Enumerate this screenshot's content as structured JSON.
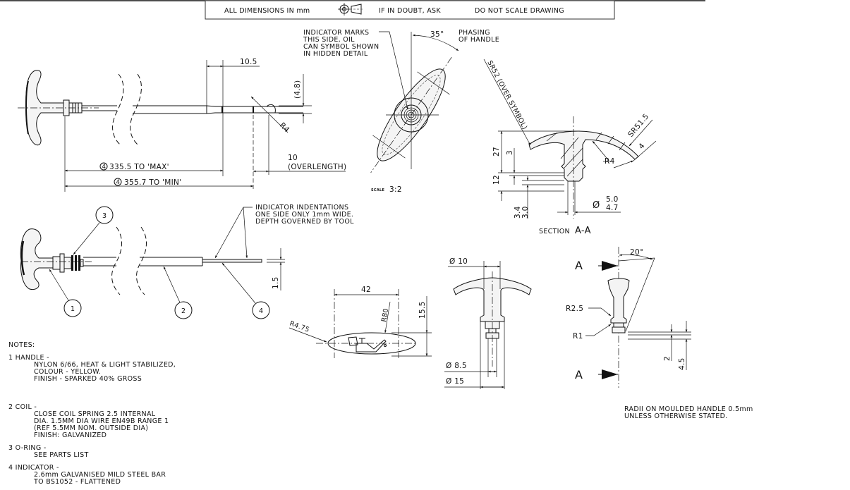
{
  "title_block": {
    "dims": "ALL DIMENSIONS IN mm",
    "projection_icon": "third-angle-projection-icon",
    "doubt": "IF IN DOUBT, ASK",
    "scale_note": "DO NOT SCALE DRAWING"
  },
  "view_side": {
    "dim_10_5": "10.5",
    "dim_4_8": "(4.8)",
    "dim_r4": "R4",
    "dim_overlength_val": "10",
    "dim_overlength_label": "(OVERLENGTH)",
    "dim_max": "335.5 TO 'MAX'",
    "dim_min": "355.7 TO 'MIN'",
    "balloon": "4"
  },
  "view_end": {
    "note_lines": [
      "INDICATOR MARKS",
      "THIS SIDE, OIL",
      "CAN SYMBOL SHOWN",
      "IN HIDDEN DETAIL"
    ],
    "angle": "35°",
    "phasing_lines": [
      "PHASING",
      "OF HANDLE"
    ],
    "scale_label": "SCALE",
    "scale_value": "3:2"
  },
  "section_aa": {
    "sr52": "SR52 (OVER SYMBOL)",
    "sr51_5": "SR51.5",
    "dim_4": "4",
    "dim_27": "27",
    "dim_3": "3",
    "dim_12": "12",
    "dim_r4": "R4",
    "dim_3_4": "3.4",
    "dim_3_0": "3.0",
    "dia_upper": "5.0",
    "dia_lower": "4.7",
    "dia_symbol": "Ø",
    "title": "SECTION",
    "title_id": "A-A"
  },
  "view_assembly": {
    "indent_lines": [
      "INDICATOR INDENTATIONS",
      "ONE SIDE ONLY 1mm WIDE.",
      "DEPTH GOVERNED BY TOOL"
    ],
    "dim_1_5": "1.5",
    "balloons": [
      "1",
      "2",
      "3",
      "4"
    ]
  },
  "view_symbol": {
    "dim_42": "42",
    "dim_r80": "R80",
    "dim_r4_75": "R4.75",
    "dim_15_5": "15.5"
  },
  "view_front": {
    "dia_10": "Ø 10",
    "dia_8_5": "Ø 8.5",
    "dia_15": "Ø 15"
  },
  "view_side2": {
    "angle": "20°",
    "cut_label": "A",
    "dim_r2_5": "R2.5",
    "dim_r1": "R1",
    "dim_2": "2",
    "dim_4_5": "4.5"
  },
  "notes": {
    "heading": "NOTES:",
    "items": [
      {
        "head": "1 HANDLE -",
        "lines": [
          "NYLON 6/66, HEAT & LIGHT STABILIZED,",
          "COLOUR - YELLOW.",
          "FINISH - SPARKED 40% GROSS"
        ]
      },
      {
        "head": "2 COIL -",
        "lines": [
          "CLOSE COIL SPRING 2.5 INTERNAL",
          "DIA. 1.5MM DIA WIRE EN49B RANGE 1",
          "(REF 5.5MM NOM. OUTSIDE DIA)",
          "FINISH: GALVANIZED"
        ]
      },
      {
        "head": "3 O-RING -",
        "lines": [
          "SEE PARTS LIST"
        ]
      },
      {
        "head": "4 INDICATOR -",
        "lines": [
          "2.6mm GALVANISED MILD STEEL BAR",
          "TO BS1052 - FLATTENED"
        ]
      }
    ]
  },
  "radii_note": [
    "RADII ON MOULDED HANDLE 0.5mm",
    "UNLESS OTHERWISE STATED."
  ]
}
